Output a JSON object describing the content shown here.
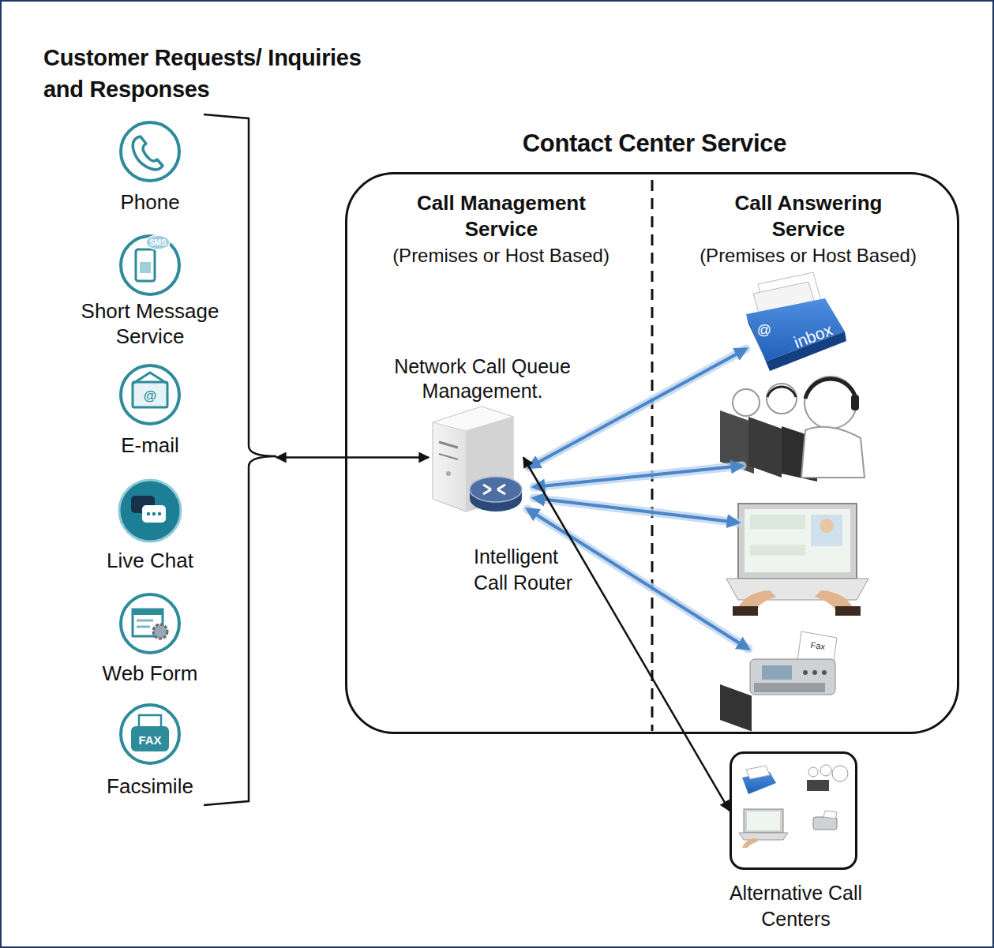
{
  "diagram": {
    "nodes": [
      {
        "text": [
          "Customer Requests/ Inquiries and Responses"
        ]
      },
      {
        "text": [
          "Phone"
        ],
        "in": 0
      },
      {
        "text": [
          "Short Message Service"
        ],
        "in": 0
      },
      {
        "text": [
          "E-mail"
        ],
        "in": 0
      },
      {
        "text": [
          "Live Chat"
        ],
        "in": 0
      },
      {
        "text": [
          "Web Form"
        ],
        "in": 0
      },
      {
        "text": [
          "Facsimile"
        ],
        "in": 0
      },
      {
        "text": [
          "Contact Center Service"
        ]
      },
      {
        "text": [
          "Call Management Service",
          "(Premises or Host Based)"
        ],
        "in": 7
      },
      {
        "text": [
          "Call Answering Service",
          "(Premises or Host Based)"
        ],
        "in": 7
      },
      {
        "text": [
          "Network Call Queue Management.",
          "Intelligent Call Router"
        ],
        "in": 8
      },
      {
        "text": [
          "Alternative Call Centers"
        ]
      }
    ],
    "edges": [
      {
        "from": 0,
        "to": 10,
        "arrow": "both"
      },
      {
        "from": 10,
        "to": 11,
        "arrow": "both"
      }
    ],
    "labels": [
      "SMS",
      "@",
      "FAX",
      "@",
      "inbox",
      "Fax"
    ]
  }
}
